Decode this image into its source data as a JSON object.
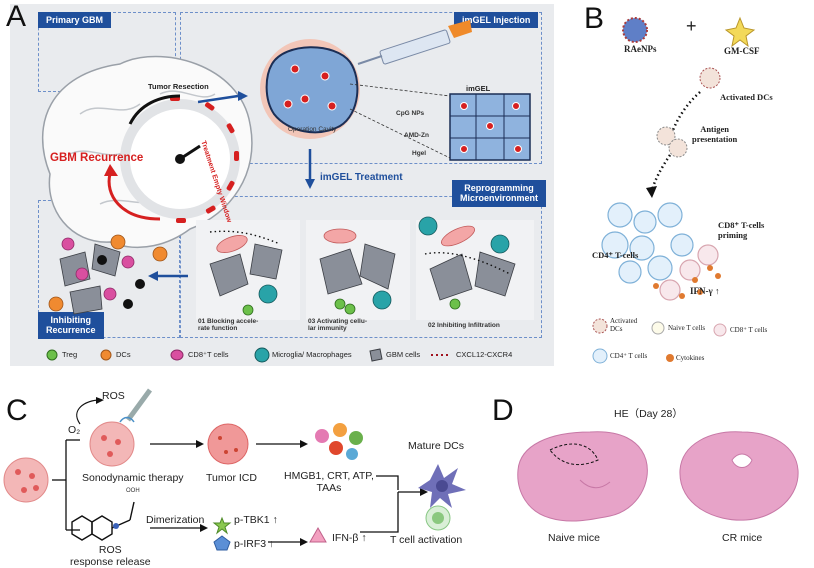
{
  "panels": {
    "a": "A",
    "b": "B",
    "c": "C",
    "d": "D"
  },
  "panelA": {
    "primary_gbm": "Primary GBM",
    "imgel_injection": "imGEL Injection",
    "tumor_resection": "Tumor Resection",
    "gbm_recurrence": "GBM Recurrence",
    "treatment_window": "Treatment Empty Window",
    "operation_cavity": "Operation Cavity",
    "imgel_title": "imGEL",
    "cpg_nps": "CpG NPs",
    "amd_zn": "AMD-Zn",
    "hgel": "Hgel",
    "imgel_treatment": "imGEL Treatment",
    "reprogramming": "Reprogramming\nMicroenvironment",
    "inhibiting": "Inhibiting\nRecurrence",
    "step01": "01 Blocking accele-\nrate function",
    "step03": "03 Activating cellu-\nlar immunity",
    "step02": "02 Inhibiting Infiltration",
    "legend": [
      {
        "label": "Treg",
        "icon": "treg-icon"
      },
      {
        "label": "DCs",
        "icon": "dc-icon"
      },
      {
        "label": "CD8⁺T cells",
        "icon": "cd8-icon"
      },
      {
        "label": "Microglia/ Macrophages",
        "icon": "microglia-icon"
      },
      {
        "label": "GBM cells",
        "icon": "gbm-cell-icon"
      },
      {
        "label": "CXCL12-CXCR4",
        "icon": "dotted-line-icon"
      }
    ]
  },
  "panelB": {
    "raenps": "RAeNPs",
    "plus": "+",
    "gmcsf": "GM-CSF",
    "activated_dcs": "Activated DCs",
    "antigen_presentation": "Antigen\npresentation",
    "cd8_priming": "CD8⁺ T-cells\npriming",
    "cd4_tcells": "CD4⁺ T-cells",
    "ifn": "IFN-γ ↑",
    "legend": [
      "Activated\nDCs",
      "Naive T cells",
      "CD8⁺ T cells",
      "CD4⁺ T cells",
      "Cytokines"
    ]
  },
  "panelC": {
    "ros": "ROS",
    "o2": "O₂",
    "sonodynamic": "Sonodynamic therapy",
    "tumor_icd": "Tumor ICD",
    "hmgb1": "HMGB1, CRT, ATP,\nTAAs",
    "mature_dcs": "Mature DCs",
    "ros_release": "ROS\nresponse release",
    "dimerization": "Dimerization",
    "ptbk1": "p-TBK1 ↑",
    "pirf3": "p-IRF3 ↑",
    "ifnb": "IFN-β ↑",
    "tcell_activation": "T cell activation",
    "ooh": "OOH"
  },
  "panelD": {
    "he_title": "HE（Day 28）",
    "naive_mice": "Naive mice",
    "cr_mice": "CR mice"
  },
  "colors": {
    "navy": "#1f4f9c",
    "red": "#d62020",
    "panelA_bg": "#e9ebee",
    "tissue_pink": "#e7a3c8"
  }
}
